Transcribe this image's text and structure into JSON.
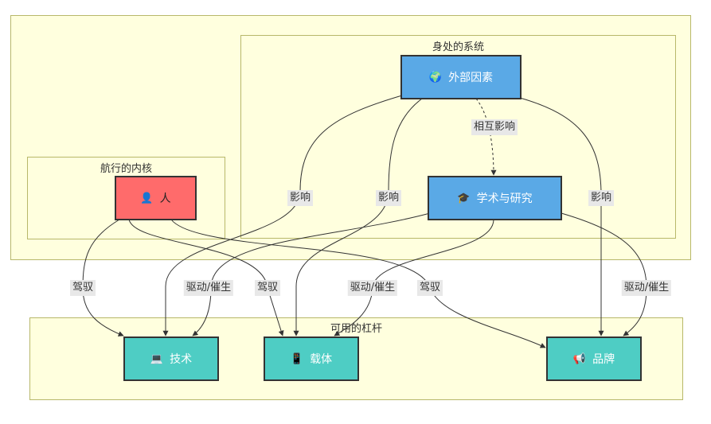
{
  "clusters": {
    "outer_title": "",
    "system_title": "身处的系统",
    "core_title": "航行的内核",
    "levers_title": "可用的杠杆"
  },
  "nodes": {
    "person": {
      "icon": "person-icon",
      "glyph": "👤",
      "label": "人"
    },
    "external": {
      "icon": "globe-icon",
      "glyph": "🌍",
      "label": "外部因素"
    },
    "academic": {
      "icon": "graduation-cap-icon",
      "glyph": "🎓",
      "label": "学术与研究"
    },
    "tech": {
      "icon": "computer-icon",
      "glyph": "💻",
      "label": "技术"
    },
    "carrier": {
      "icon": "phone-icon",
      "glyph": "📱",
      "label": "载体"
    },
    "brand": {
      "icon": "megaphone-icon",
      "glyph": "📢",
      "label": "品牌"
    }
  },
  "edges": {
    "interact": "相互影响",
    "influence": "影响",
    "drive": "驾驭",
    "drive_urge": "驱动/催生"
  },
  "colors": {
    "person": "#ff6b6b",
    "context": "#5aa9e6",
    "lever": "#4ecdc4",
    "cluster_fill": "#ffffde",
    "cluster_border": "#b8b86a"
  }
}
